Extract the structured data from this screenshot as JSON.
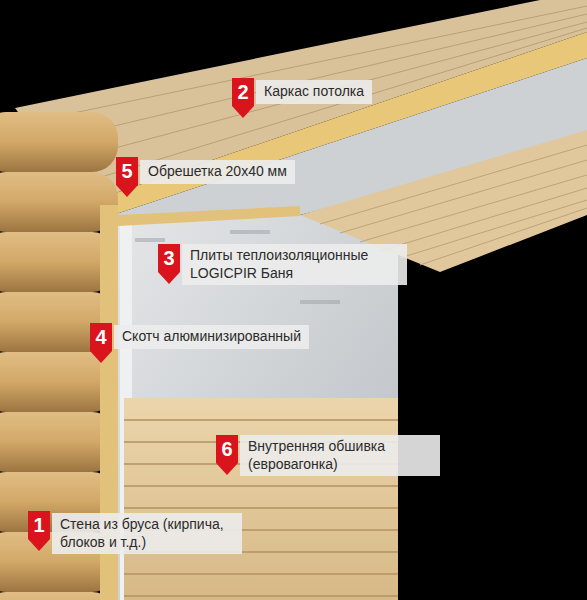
{
  "diagram": {
    "labels": [
      "2",
      "Каркас потолка",
      "5",
      "Обрешетка 20x40 мм",
      "3",
      "Плиты теплоизоляционные LOGICPIR Баня",
      "4",
      "Скотч алюминизированный",
      "6",
      "Внутренняя обшивка (евровагонка)",
      "1",
      "Стена из бруса (кирпича, блоков и т.д.)"
    ]
  }
}
